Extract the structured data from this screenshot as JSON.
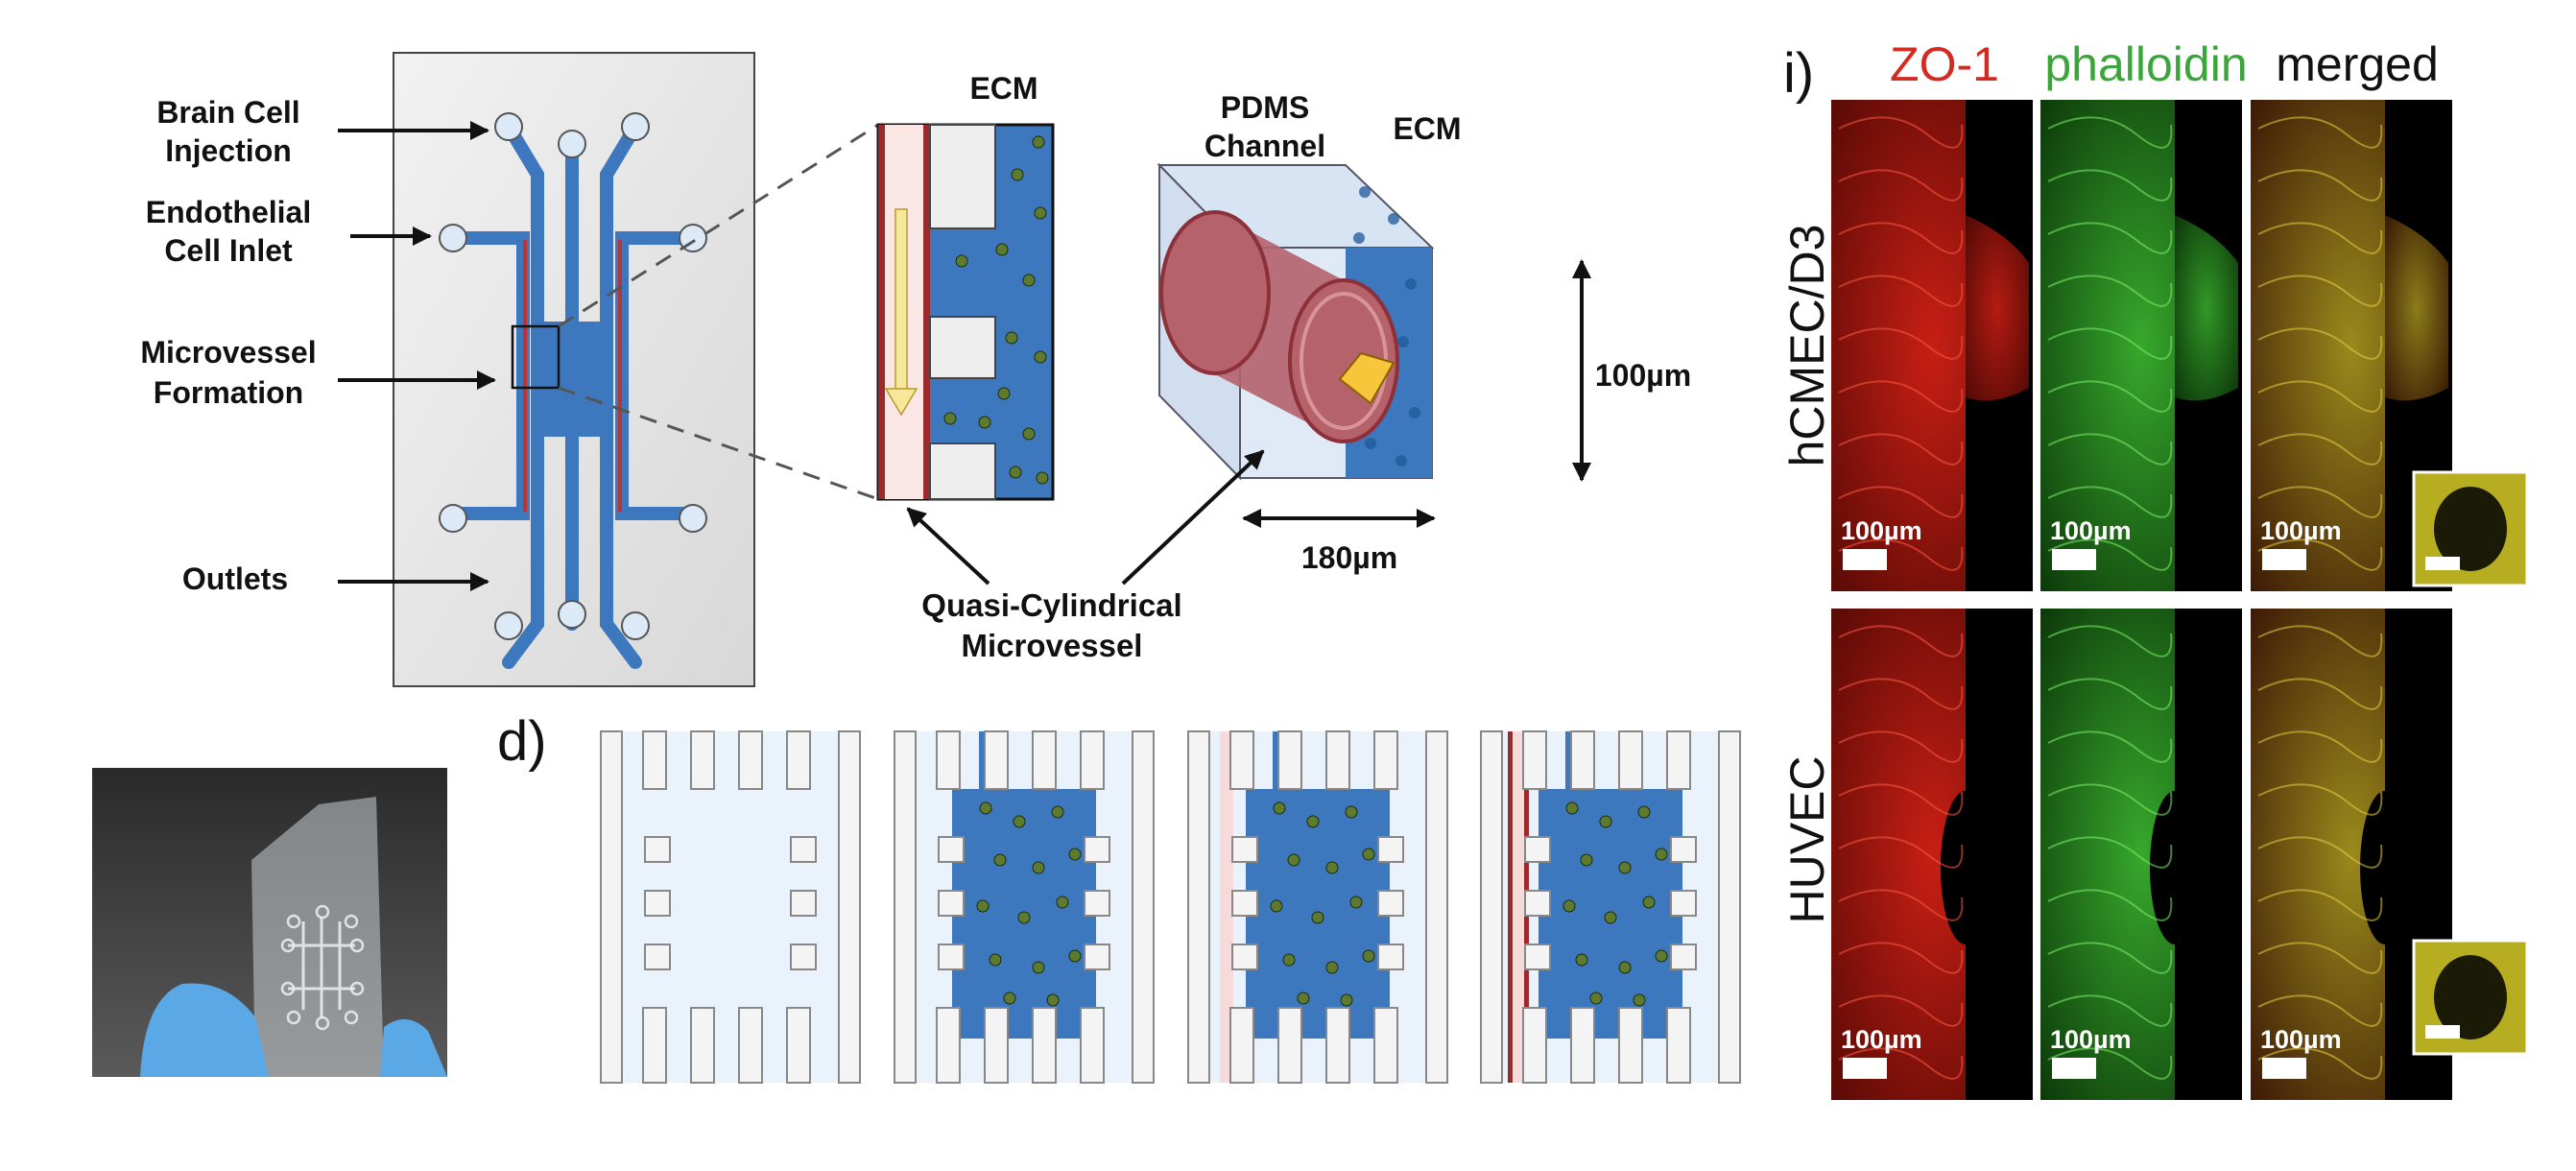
{
  "chip_labels": {
    "brain_cell_injection": [
      "Brain Cell",
      "Injection"
    ],
    "endothelial_cell_inlet": [
      "Endothelial",
      "Cell Inlet"
    ],
    "microvessel_formation": [
      "Microvessel",
      "Formation"
    ],
    "outlets": "Outlets"
  },
  "zoom_labels": {
    "ecm": "ECM",
    "pdms_channel": [
      "PDMS",
      "Channel"
    ],
    "ecm_3d": "ECM",
    "height_dim": "100µm",
    "width_dim": "180µm",
    "microvessel": [
      "Quasi-Cylindrical",
      "Microvessel"
    ]
  },
  "panel_letters": {
    "d": "d)",
    "i": "i)"
  },
  "micrograph": {
    "column_headers": [
      "ZO-1",
      "phalloidin",
      "merged"
    ],
    "header_colors": [
      "#d42a1f",
      "#3aa63a",
      "#111111"
    ],
    "row_labels": [
      "hCMEC/D3",
      "HUVEC"
    ],
    "scale_bar": "100µm"
  },
  "colors": {
    "channel_blue": "#3d78bf",
    "vessel_red": "#9b2a2a",
    "ecm_light": "#dce9f7"
  }
}
